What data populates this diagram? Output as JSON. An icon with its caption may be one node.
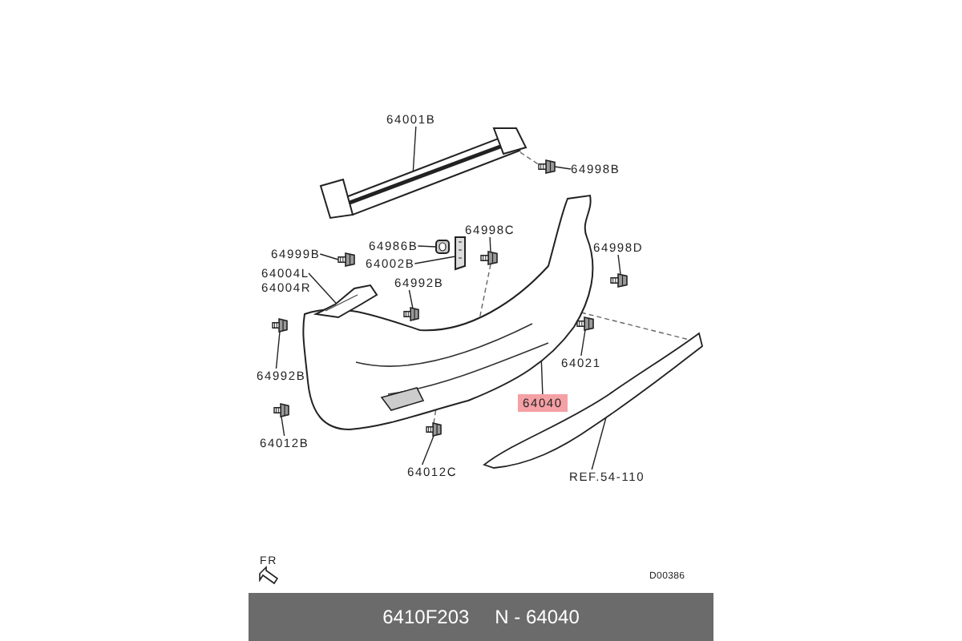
{
  "diagram": {
    "nodes": [
      {
        "text": [
          "64001B"
        ]
      },
      {
        "text": [],
        "shape": "picture"
      },
      {
        "text": [
          "64998B"
        ]
      },
      {
        "text": [
          "64998C"
        ]
      },
      {
        "text": [
          "64986B"
        ]
      },
      {
        "text": [
          "64002B"
        ]
      },
      {
        "text": [
          "64999B"
        ]
      },
      {
        "text": [
          "64004L",
          "64004R"
        ]
      },
      {
        "text": [],
        "shape": "picture"
      },
      {
        "text": [
          "64992B"
        ]
      },
      {
        "text": [
          "64998D"
        ]
      },
      {
        "text": [],
        "shape": "picture"
      },
      {
        "text": [
          "64021"
        ]
      },
      {
        "text": [
          "64992B"
        ]
      },
      {
        "text": [
          "64012B"
        ]
      },
      {
        "text": [
          "64040"
        ]
      },
      {
        "text": [
          "64012C"
        ]
      },
      {
        "text": [
          "REF.54-110"
        ]
      },
      {
        "text": [],
        "shape": "picture"
      },
      {
        "text": [],
        "shape": "picture"
      },
      {
        "text": [],
        "shape": "picture"
      },
      {
        "text": [],
        "shape": "picture"
      },
      {
        "text": [],
        "shape": "picture"
      },
      {
        "text": [],
        "shape": "picture"
      },
      {
        "text": [],
        "shape": "picture"
      },
      {
        "text": [],
        "shape": "picture"
      },
      {
        "text": [],
        "shape": "picture"
      },
      {
        "text": [],
        "shape": "picture"
      },
      {
        "text": [],
        "shape": "picture"
      },
      {
        "text": [],
        "shape": "picture"
      }
    ],
    "edges": [
      {
        "from": 0,
        "to": 1,
        "arrow": "none"
      },
      {
        "from": 2,
        "to": 19,
        "arrow": "none"
      },
      {
        "from": 3,
        "to": 20,
        "arrow": "none"
      },
      {
        "from": 4,
        "to": 21,
        "arrow": "none"
      },
      {
        "from": 5,
        "to": 22,
        "arrow": "none"
      },
      {
        "from": 6,
        "to": 23,
        "arrow": "none"
      },
      {
        "from": 7,
        "to": 8,
        "arrow": "none"
      },
      {
        "from": 9,
        "to": 24,
        "arrow": "none"
      },
      {
        "from": 10,
        "to": 25,
        "arrow": "none"
      },
      {
        "from": 12,
        "to": 26,
        "arrow": "none"
      },
      {
        "from": 13,
        "to": 27,
        "arrow": "none"
      },
      {
        "from": 14,
        "to": 28,
        "arrow": "none"
      },
      {
        "from": 15,
        "to": 11,
        "arrow": "none"
      },
      {
        "from": 16,
        "to": 29,
        "arrow": "none"
      },
      {
        "from": 17,
        "to": 18,
        "arrow": "none"
      },
      {
        "from": 1,
        "to": 19,
        "arrow": "none",
        "style": "dashed"
      },
      {
        "from": 20,
        "to": 11,
        "arrow": "none",
        "style": "dashed"
      },
      {
        "from": 11,
        "to": 18,
        "arrow": "none",
        "style": "dashed"
      },
      {
        "from": 29,
        "to": 11,
        "arrow": "none",
        "style": "dashed"
      }
    ],
    "labels": [
      "FR",
      "D00386",
      "6410F203",
      "N - 64040"
    ]
  }
}
